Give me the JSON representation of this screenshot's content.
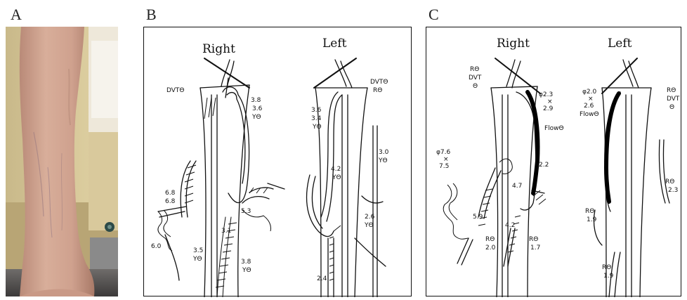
{
  "panels": {
    "a": {
      "label": "A"
    },
    "b": {
      "label": "B",
      "right_heading": "Right",
      "left_heading": "Left",
      "notes": [
        "DVTΘ",
        "3.8",
        "3.6",
        "YΘ",
        "3.6",
        "3.4",
        "YΘ",
        "DVTΘ",
        "RΘ",
        "4.2",
        "YΘ",
        "3.0",
        "YΘ",
        "6.8",
        "6.8",
        "5.3",
        "3.1",
        "6.0",
        "3.5",
        "YΘ",
        "3.8",
        "YΘ",
        "2.6",
        "YΘ",
        "2.4"
      ]
    },
    "c": {
      "label": "C",
      "right_heading": "Right",
      "left_heading": "Left",
      "notes": [
        "RΘ",
        "DVT",
        "Θ",
        "φ2.3",
        "×",
        "2.9",
        "FlowΘ",
        "φ2.0",
        "×",
        "2.6",
        "FlowΘ",
        "RΘ",
        "DVT",
        "Θ",
        "φ7.6",
        "×",
        "7.5",
        "2.2",
        "5.9",
        "4.7",
        "4.2",
        "RΘ",
        "2.0",
        "RΘ",
        "1.7",
        "RΘ",
        "2.3",
        "RΘ",
        "1.9",
        "RΘ",
        "1.9"
      ]
    }
  }
}
